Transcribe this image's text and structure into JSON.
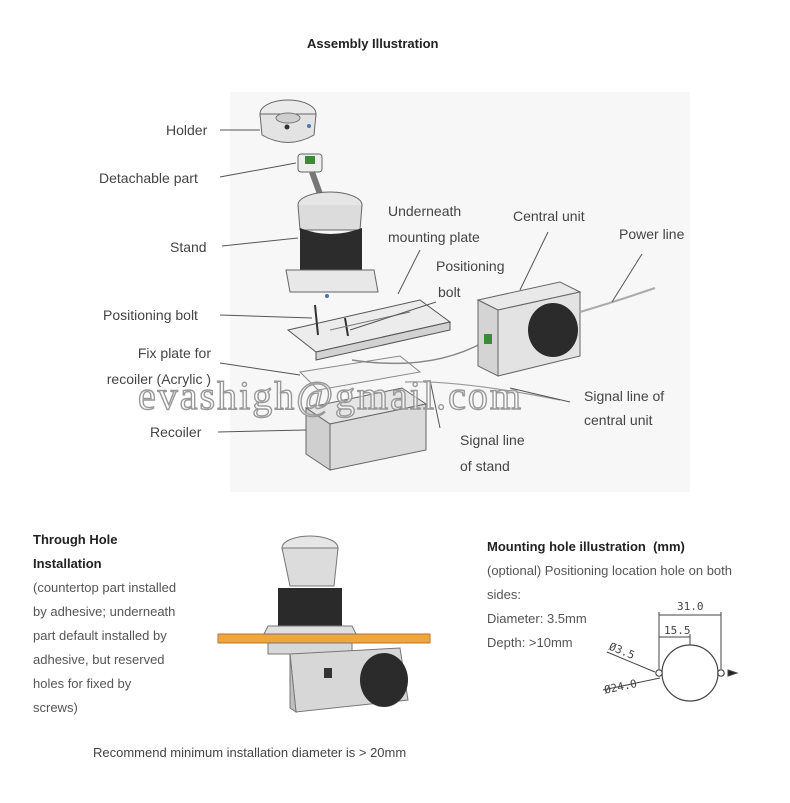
{
  "title": "Assembly Illustration",
  "assembly_labels": {
    "holder": "Holder",
    "detachable_part": "Detachable part",
    "stand": "Stand",
    "positioning_bolt_left": "Positioning bolt",
    "fix_plate_line1": "Fix plate for",
    "fix_plate_line2": "recoiler (Acrylic )",
    "recoiler": "Recoiler",
    "underneath_line1": "Underneath",
    "underneath_line2": "mounting plate",
    "positioning_line1": "Positioning",
    "positioning_line2": "bolt",
    "central_unit": "Central unit",
    "power_line": "Power line",
    "signal_central_line1": "Signal line of",
    "signal_central_line2": "central unit",
    "signal_stand_line1": "Signal line",
    "signal_stand_line2": "of  stand"
  },
  "watermark": "evashigh@gmail.com",
  "through_hole": {
    "heading_line1": "Through Hole",
    "heading_line2": "Installation",
    "desc_lines": [
      "(countertop part installed",
      "by adhesive; underneath",
      "part default installed by",
      "adhesive, but reserved",
      "holes for fixed by",
      "screws)"
    ]
  },
  "mounting_hole": {
    "heading": "Mounting hole illustration  (mm)",
    "desc_line1": "(optional) Positioning location hole on both",
    "desc_line2": "sides:",
    "diameter": "Diameter: 3.5mm",
    "depth": "Depth: >10mm",
    "dims": {
      "d31": "31.0",
      "d15": "15.5",
      "d35": "Ø3.5",
      "d24": "Ø24.0"
    }
  },
  "recommend_note": "Recommend minimum installation diameter is > 20mm",
  "colors": {
    "counter_top": "#f0a63a",
    "device_grey": "#d9d9d9",
    "dark_cylinder": "#2a2a2a"
  }
}
